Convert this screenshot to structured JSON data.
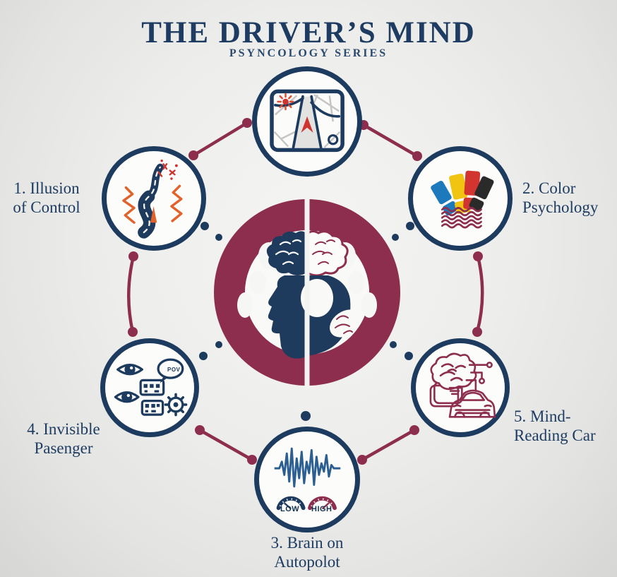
{
  "title": "THE DRIVER’S MIND",
  "subtitle": "PSYNCOLOGY SERIES",
  "colors": {
    "navy": "#1d3b5e",
    "maroon": "#8d2e4e",
    "background": "#ededeb",
    "swatch_blue": "#1b79bc",
    "swatch_yellow": "#f0c411",
    "swatch_red": "#d23430",
    "swatch_black": "#2b2a2a",
    "spark_orange": "#e2622c",
    "spark_red": "#cf3430",
    "wave_blue": "#2b5f92"
  },
  "center": {
    "icon": "head-profile-in-steering-wheel"
  },
  "nodes": [
    {
      "id": "gps-navigation",
      "icon": "gps-navigation-icon",
      "label_lines": []
    },
    {
      "id": "illusion-of-control",
      "icon": "winding-road-sparks-icon",
      "label_lines": [
        "1. Illusion",
        "of Control"
      ]
    },
    {
      "id": "color-psychology",
      "icon": "color-swatches-icon",
      "label_lines": [
        "2. Color",
        "Psychology"
      ]
    },
    {
      "id": "brain-on-autopilot",
      "icon": "brainwave-gauges-icon",
      "label_lines": [
        "3. Brain on",
        "Autopolot"
      ],
      "gauge_labels": [
        "LOW",
        "HIGH"
      ]
    },
    {
      "id": "invisible-passenger",
      "icon": "eyes-speech-gear-icon",
      "label_lines": [
        "4. Invisible",
        "Pasenger"
      ],
      "bubble_text": "POV"
    },
    {
      "id": "mind-reading-car",
      "icon": "brain-car-circuit-icon",
      "label_lines": [
        "5. Mind-",
        "Reading Car"
      ]
    }
  ]
}
